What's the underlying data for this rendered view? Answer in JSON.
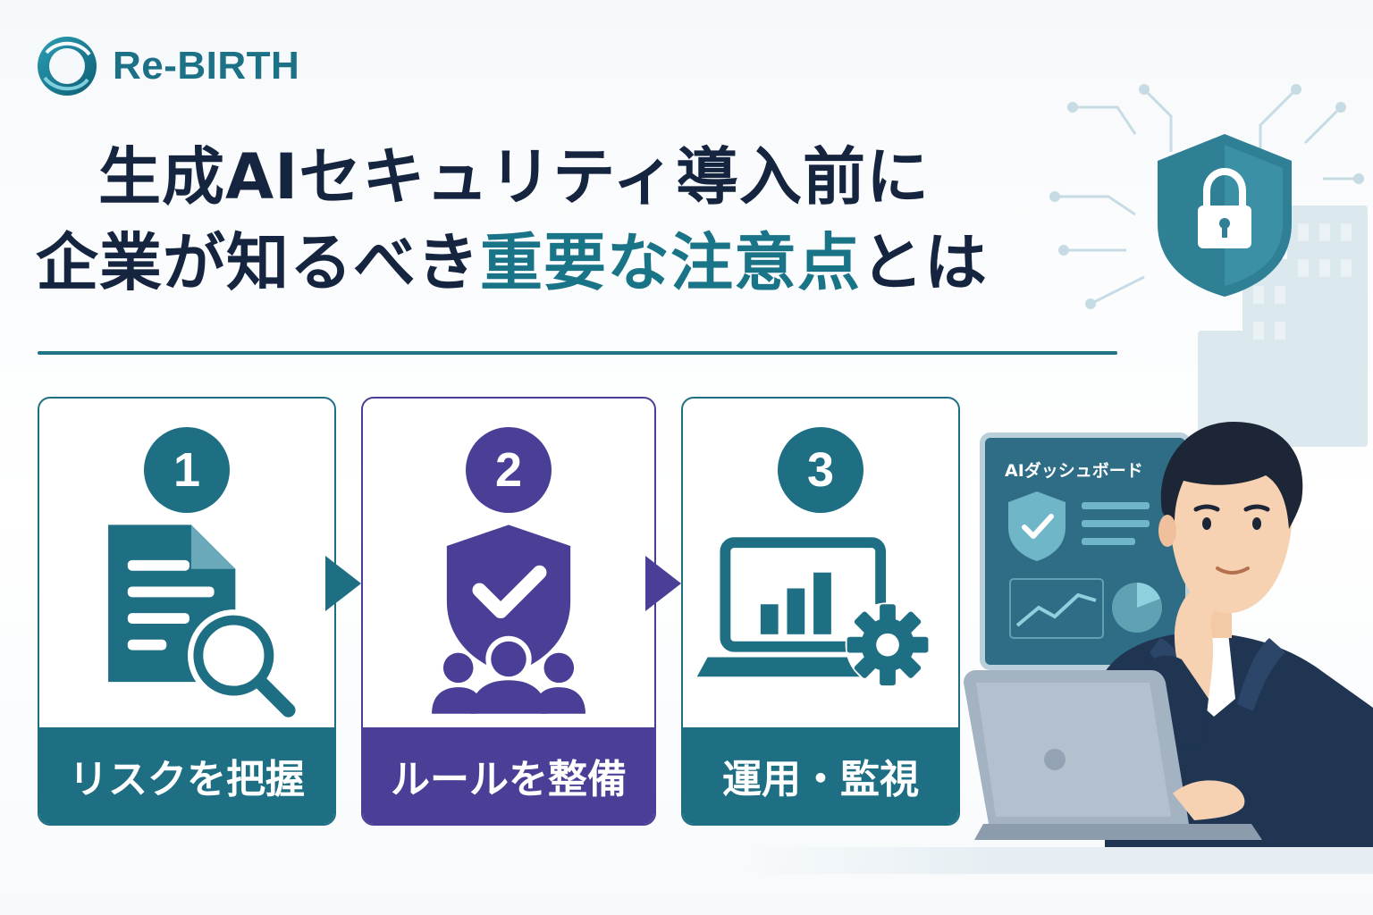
{
  "brand": {
    "name": "Re-BIRTH",
    "color": "#1d7186"
  },
  "title": {
    "line1": "生成AIセキュリティ導入前に",
    "line2_prefix": "企業が知るべき",
    "line2_highlight": "重要な注意点",
    "line2_suffix": "とは"
  },
  "steps": [
    {
      "number": "1",
      "label": "リスクを把握",
      "icon": "document-search-icon",
      "color": "#1e6f84"
    },
    {
      "number": "2",
      "label": "ルールを整備",
      "icon": "shield-check-team-icon",
      "color": "#4a3f97"
    },
    {
      "number": "3",
      "label": "運用・監視",
      "icon": "laptop-chart-gear-icon",
      "color": "#1e6f84"
    }
  ],
  "dashboard": {
    "title": "AIダッシュボード"
  },
  "colors": {
    "navy": "#15243f",
    "teal": "#1e6f84",
    "purple": "#4a3f97"
  }
}
